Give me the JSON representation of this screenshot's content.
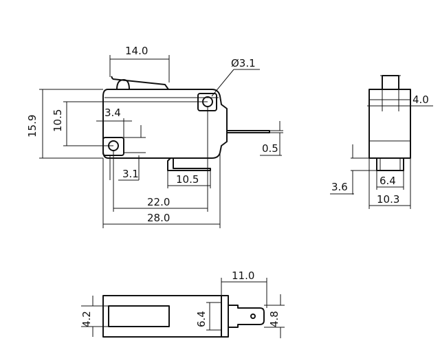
{
  "dimensions": {
    "front_lever_width": "14.0",
    "front_hole_diameter": "Ø3.1",
    "front_height_total": "15.9",
    "front_hole_spacing": "10.5",
    "front_small_offset": "3.4",
    "front_hole_size": "3.1",
    "front_terminal_length": "10.5",
    "front_pin_thickness": "0.5",
    "front_hole_pitch": "22.0",
    "front_body_width": "28.0",
    "side_plunger_width": "4.0",
    "side_bottom_height": "3.6",
    "side_terminal_width": "6.4",
    "side_body_width": "10.3",
    "bottom_terminal_length": "11.0",
    "bottom_slot_height": "4.2",
    "bottom_flange_height": "6.4",
    "bottom_tab_height": "4.8"
  }
}
